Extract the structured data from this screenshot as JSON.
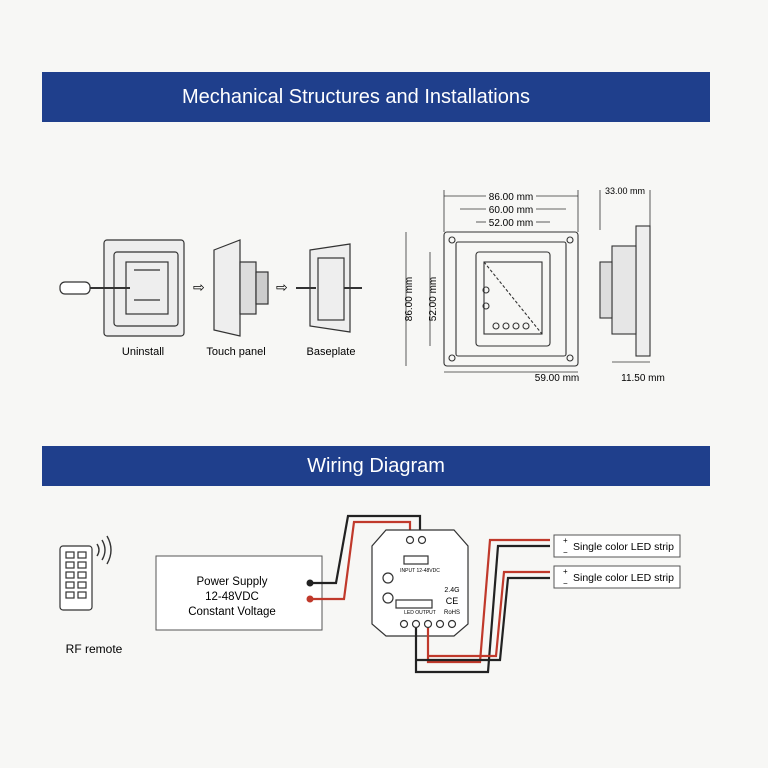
{
  "sections": {
    "mechanical_title": "Mechanical Structures and Installations",
    "wiring_title": "Wiring Diagram"
  },
  "installation_steps": [
    "Uninstall",
    "Touch panel",
    "Baseplate"
  ],
  "dimensions": {
    "width_outer": "86.00 mm",
    "width_mid": "60.00 mm",
    "width_inner": "52.00 mm",
    "height_outer": "86.00 mm",
    "height_inner": "52.00 mm",
    "bottom_width": "59.00 mm",
    "depth_total": "33.00 mm",
    "depth_panel": "11.50 mm"
  },
  "wiring": {
    "remote_label": "RF remote",
    "power_supply": [
      "Power Supply",
      "12-48VDC",
      "Constant Voltage"
    ],
    "led_strip_1": "Single color LED strip",
    "led_strip_2": "Single color LED strip",
    "input_label": "INPUT 12-48VDC",
    "output_label": "LED OUTPUT",
    "freq_label": "2.4G",
    "ce_label": "CE",
    "rohs_label": "RoHS"
  },
  "colors": {
    "banner": "#1f3f8c",
    "wire_red": "#c0392b",
    "wire_black": "#222222"
  }
}
